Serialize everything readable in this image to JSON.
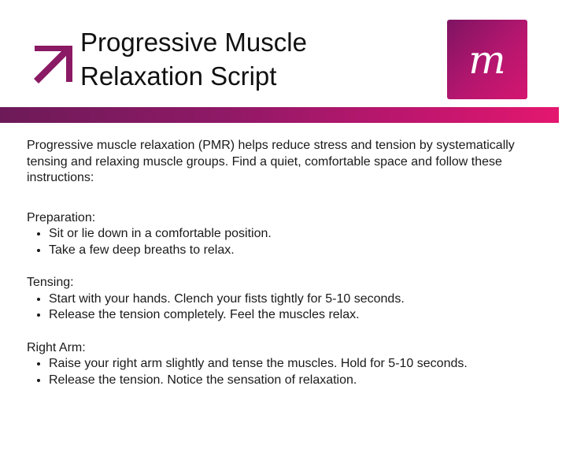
{
  "header": {
    "title_line1": "Progressive Muscle",
    "title_line2": "Relaxation Script",
    "logo_letter": "m",
    "accent_color": "#8a1a64",
    "band_gradient": [
      "#6d1a58",
      "#e4176f"
    ]
  },
  "intro": "Progressive muscle relaxation (PMR) helps reduce stress and tension by systematically tensing and relaxing muscle groups. Find a quiet, comfortable space and follow these instructions:",
  "sections": [
    {
      "heading": "Preparation:",
      "items": [
        "Sit or lie down in a comfortable position.",
        "Take a few deep breaths to relax."
      ]
    },
    {
      "heading": "Tensing:",
      "items": [
        "Start with your hands. Clench your fists tightly for 5-10 seconds.",
        "Release the tension completely. Feel the muscles relax."
      ]
    },
    {
      "heading": "Right Arm:",
      "items": [
        "Raise your right arm slightly and tense the muscles. Hold for 5-10 seconds.",
        "Release the tension. Notice the sensation of relaxation."
      ]
    }
  ]
}
